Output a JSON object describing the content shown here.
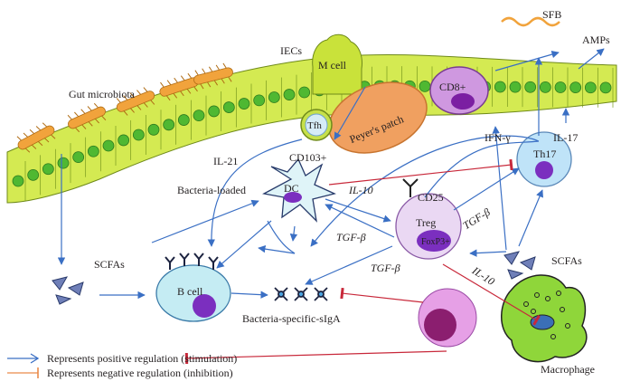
{
  "labels": {
    "sfb": "SFB",
    "amps": "AMPs",
    "iecs": "IECs",
    "m_cell": "M cell",
    "cd8": "CD8+",
    "gut_microbiota": "Gut microbiota",
    "peyers_patch": "Peyer's patch",
    "tfh": "Tfh",
    "ifn_gamma": "IFN-γ",
    "il17": "IL-17",
    "il21": "IL-21",
    "cd103": "CD103+",
    "th17": "Th17",
    "bacteria_loaded": "Bacteria-loaded",
    "dc": "DC",
    "il10_dc": "IL-10",
    "cd25": "CD25",
    "tgf_beta_th17": "TGF-β",
    "treg": "Treg",
    "foxp3": "FoxP3+",
    "tgf_beta_dc": "TGF-β",
    "scfas_left": "SCFAs",
    "scfas_right": "SCFAs",
    "tgf_beta_iga": "TGF-β",
    "il10_mac": "IL-10",
    "b_cell": "B cell",
    "siga": "Bacteria-specific-sIgA",
    "macrophage": "Macrophage"
  },
  "legend": {
    "positive": "Represents positive regulation (stimulation)",
    "negative": "Represents negative regulation (inhibition)"
  },
  "colors": {
    "positive": "#3a6fc4",
    "negative": "#c8283a",
    "epithelium": "#d4ea52",
    "nucleus": "#4fb832",
    "peyers": "#f0a060",
    "bacteria": "#f1a33c"
  }
}
